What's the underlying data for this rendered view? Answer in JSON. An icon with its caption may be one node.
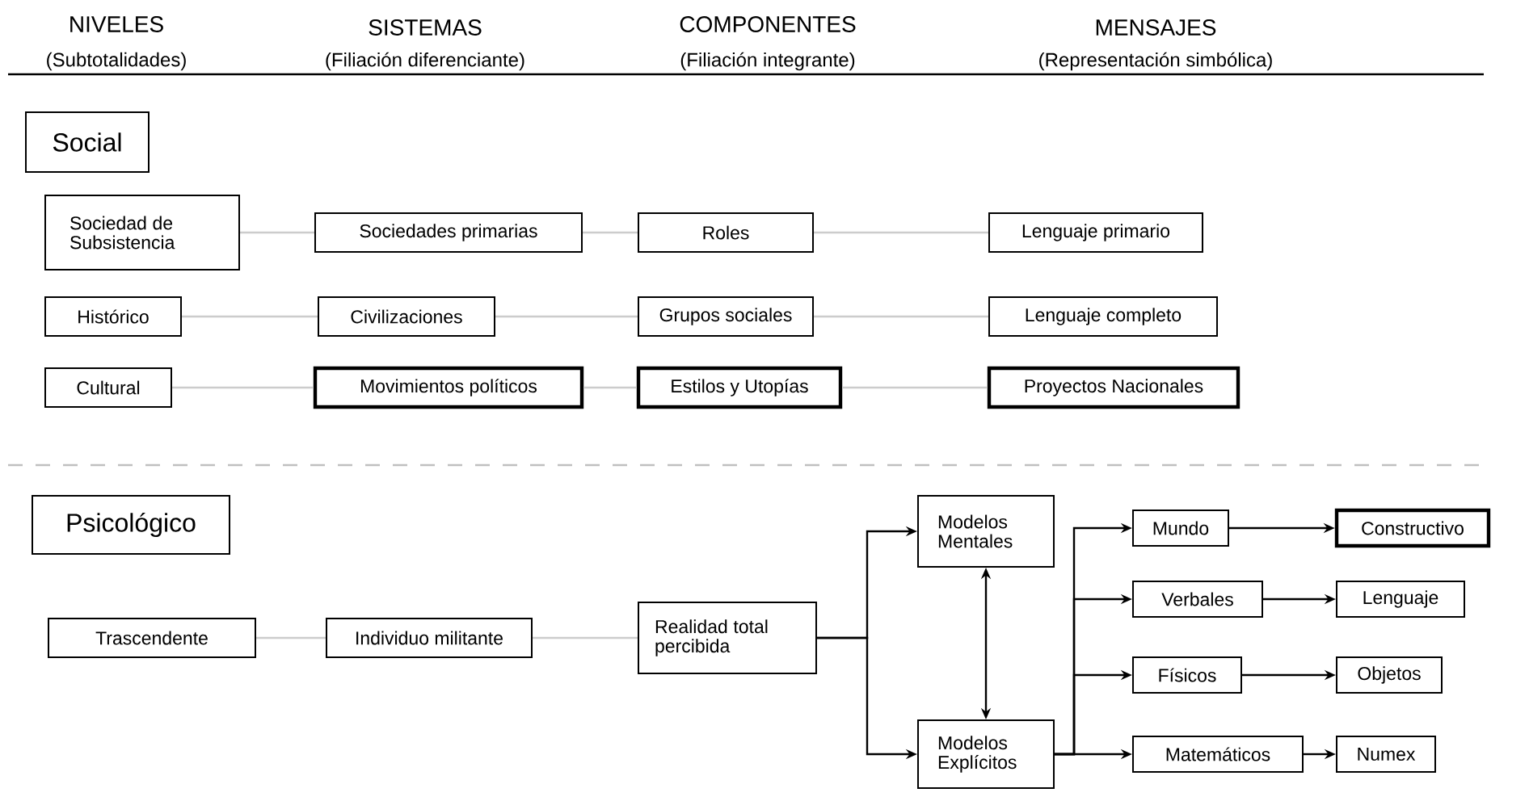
{
  "diagram": {
    "nodes": [
      {
        "text": [
          "Social"
        ]
      },
      {
        "text": [
          "Sociedad de Subsistencia"
        ]
      },
      {
        "text": [
          "Sociedades primarias"
        ]
      },
      {
        "text": [
          "Roles"
        ]
      },
      {
        "text": [
          "Lenguaje primario"
        ]
      },
      {
        "text": [
          "Histórico"
        ]
      },
      {
        "text": [
          "Civilizaciones"
        ]
      },
      {
        "text": [
          "Grupos sociales"
        ]
      },
      {
        "text": [
          "Lenguaje completo"
        ]
      },
      {
        "text": [
          "Cultural"
        ]
      },
      {
        "text": [
          "Movimientos políticos"
        ]
      },
      {
        "text": [
          "Estilos y Utopías"
        ]
      },
      {
        "text": [
          "Proyectos Nacionales"
        ]
      },
      {
        "text": [
          "Psicológico"
        ]
      },
      {
        "text": [
          "Trascendente"
        ]
      },
      {
        "text": [
          "Individuo militante"
        ]
      },
      {
        "text": [
          "Realidad total percibida"
        ]
      },
      {
        "text": [
          "Modelos Mentales"
        ]
      },
      {
        "text": [
          "Mundo"
        ]
      },
      {
        "text": [
          "Constructivo"
        ]
      },
      {
        "text": [
          "Verbales"
        ]
      },
      {
        "text": [
          "Lenguaje"
        ]
      },
      {
        "text": [
          "Físicos"
        ]
      },
      {
        "text": [
          "Objetos"
        ]
      },
      {
        "text": [
          "Modelos Explícitos"
        ]
      },
      {
        "text": [
          "Matemáticos"
        ]
      },
      {
        "text": [
          "Numex"
        ]
      }
    ],
    "edges": [
      {
        "from": 1,
        "to": 2,
        "arrow": "none",
        "color": "#cccccc"
      },
      {
        "from": 2,
        "to": 3,
        "arrow": "none",
        "color": "#cccccc"
      },
      {
        "from": 3,
        "to": 4,
        "arrow": "none",
        "color": "#cccccc"
      },
      {
        "from": 5,
        "to": 6,
        "arrow": "none",
        "color": "#cccccc"
      },
      {
        "from": 6,
        "to": 7,
        "arrow": "none",
        "color": "#cccccc"
      },
      {
        "from": 7,
        "to": 8,
        "arrow": "none",
        "color": "#cccccc"
      },
      {
        "from": 9,
        "to": 10,
        "arrow": "none",
        "color": "#cccccc"
      },
      {
        "from": 10,
        "to": 11,
        "arrow": "none",
        "color": "#cccccc"
      },
      {
        "from": 11,
        "to": 12,
        "arrow": "none",
        "color": "#cccccc"
      },
      {
        "from": 14,
        "to": 15,
        "arrow": "none",
        "color": "#cccccc"
      },
      {
        "from": 15,
        "to": 16,
        "arrow": "none",
        "color": "#cccccc"
      },
      {
        "from": 16,
        "to": 17,
        "arrow": "to",
        "color": "#000000"
      },
      {
        "from": 16,
        "to": 24,
        "arrow": "to",
        "color": "#000000"
      },
      {
        "from": 17,
        "to": 24,
        "arrow": "both",
        "color": "#000000"
      },
      {
        "from": 24,
        "to": 18,
        "arrow": "to",
        "color": "#000000"
      },
      {
        "from": 24,
        "to": 20,
        "arrow": "to",
        "color": "#000000"
      },
      {
        "from": 24,
        "to": 22,
        "arrow": "to",
        "color": "#000000"
      },
      {
        "from": 24,
        "to": 25,
        "arrow": "to",
        "color": "#000000"
      },
      {
        "from": 18,
        "to": 19,
        "arrow": "to",
        "color": "#000000"
      },
      {
        "from": 20,
        "to": 21,
        "arrow": "to",
        "color": "#000000"
      },
      {
        "from": 22,
        "to": 23,
        "arrow": "to",
        "color": "#000000"
      },
      {
        "from": 25,
        "to": 26,
        "arrow": "to",
        "color": "#000000"
      }
    ],
    "labels": [
      "NIVELES",
      "SISTEMAS",
      "COMPONENTES",
      "MENSAJES",
      "(Subtotalidades)",
      "(Filiación diferenciante)",
      "(Filiación integrante)",
      "(Representación simbólica)"
    ]
  }
}
